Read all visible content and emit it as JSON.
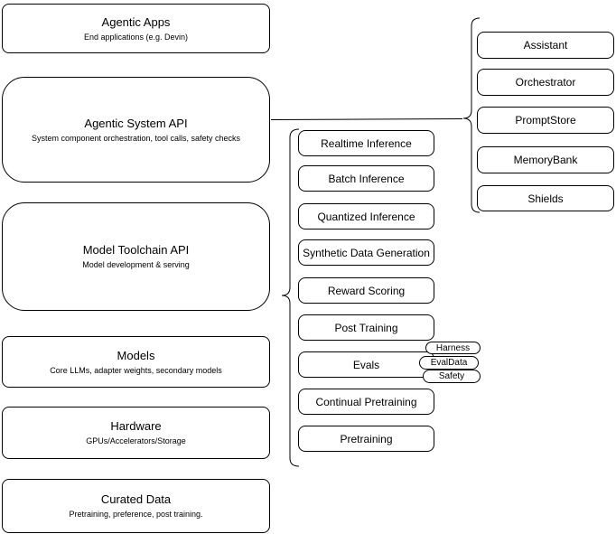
{
  "colors": {
    "background": "#ffffff",
    "stroke": "#000000",
    "text": "#000000"
  },
  "left_column": {
    "boxes": [
      {
        "title": "Agentic Apps",
        "subtitle": "End applications (e.g. Devin)"
      },
      {
        "title": "Agentic System API",
        "subtitle": "System component orchestration, tool calls, safety checks"
      },
      {
        "title": "Model Toolchain API",
        "subtitle": "Model development & serving"
      },
      {
        "title": "Models",
        "subtitle": "Core LLMs, adapter weights, secondary models"
      },
      {
        "title": "Hardware",
        "subtitle": "GPUs/Accelerators/Storage"
      },
      {
        "title": "Curated Data",
        "subtitle": "Pretraining, preference, post training."
      }
    ]
  },
  "toolchain_group": {
    "items": [
      "Realtime Inference",
      "Batch Inference",
      "Quantized Inference",
      "Synthetic Data Generation",
      "Reward Scoring",
      "Post Training",
      "Evals",
      "Continual Pretraining",
      "Pretraining"
    ]
  },
  "evals_tags": [
    "Harness",
    "EvalData",
    "Safety"
  ],
  "system_group": {
    "items": [
      "Assistant",
      "Orchestrator",
      "PromptStore",
      "MemoryBank",
      "Shields"
    ]
  }
}
